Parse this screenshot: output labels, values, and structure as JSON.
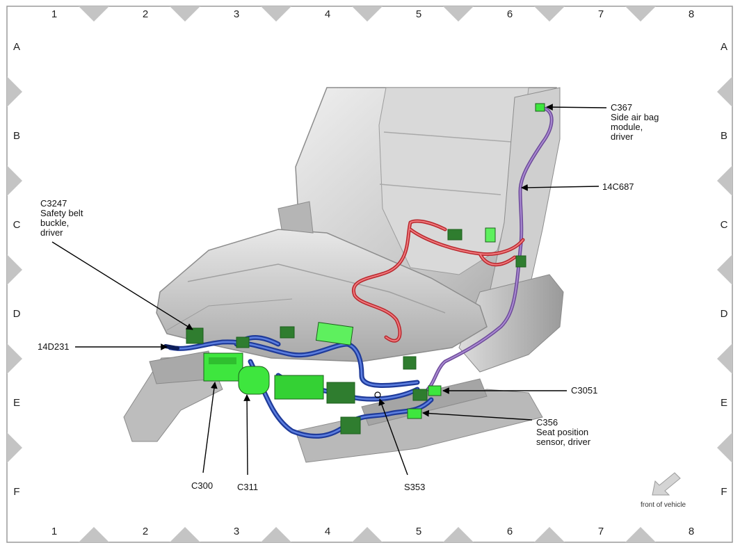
{
  "grid": {
    "columns": [
      "1",
      "2",
      "3",
      "4",
      "5",
      "6",
      "7",
      "8"
    ],
    "rows": [
      "A",
      "B",
      "C",
      "D",
      "E",
      "F"
    ]
  },
  "callouts": {
    "c367": {
      "id": "C367",
      "line1": "Side air bag",
      "line2": "module,",
      "line3": "driver"
    },
    "w14c687": {
      "id": "14C687"
    },
    "c3247": {
      "id": "C3247",
      "line1": "Safety belt",
      "line2": "buckle,",
      "line3": "driver"
    },
    "w14d231": {
      "id": "14D231"
    },
    "c3051": {
      "id": "C3051"
    },
    "c356": {
      "id": "C356",
      "line1": "Seat position",
      "line2": "sensor, driver"
    },
    "c300": {
      "id": "C300"
    },
    "c311": {
      "id": "C311"
    },
    "s353": {
      "id": "S353"
    }
  },
  "front_of_vehicle": "front of vehicle",
  "colors": {
    "connector": "#3ee63e",
    "connector_dark": "#2f7d2f",
    "harness_blue": "#2f4fb5",
    "harness_red": "#d8373c",
    "harness_purple": "#8a62b8",
    "seat_gray": "#c9c9c9"
  }
}
